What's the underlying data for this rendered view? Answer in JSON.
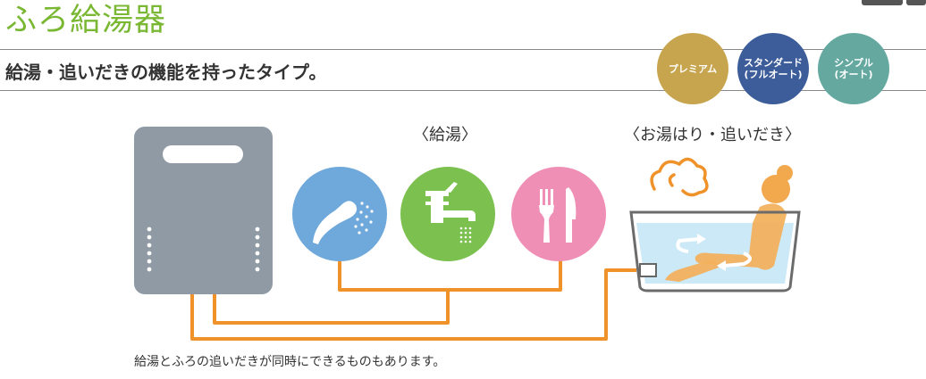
{
  "header": {
    "title": "ふろ給湯器",
    "subtitle": "給湯・追いだきの機能を持ったタイプ。"
  },
  "badges": [
    {
      "label": "プレミアム",
      "color": "#c7a44e"
    },
    {
      "label": "スタンダード\n(フルオート)",
      "color": "#3c5c9a"
    },
    {
      "label": "シンプル\n(オート)",
      "color": "#64a8a0"
    }
  ],
  "diagram": {
    "label_hot_water": "〈給湯〉",
    "label_bath": "〈お湯はり・追いだき〉",
    "icons": [
      {
        "name": "shower-icon",
        "color": "#6fa9db"
      },
      {
        "name": "faucet-icon",
        "color": "#7cc04f"
      },
      {
        "name": "fork-knife-icon",
        "color": "#f08fb6"
      }
    ],
    "pipe_color": "#f0922a",
    "heater_color": "#8f9aa4",
    "bath_water_color": "#cbe9f6"
  },
  "note": "給湯とふろの追いだきが同時にできるものもあります。"
}
